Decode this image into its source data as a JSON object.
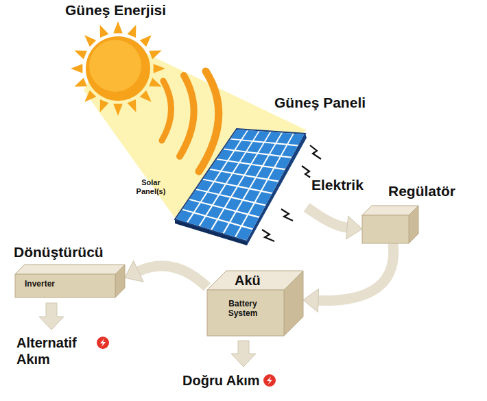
{
  "diagram": {
    "nodes": [
      {
        "text": [
          "Güneş Enerjisi"
        ]
      },
      {
        "text": [
          "Güneş Paneli",
          "Solar Panel(s)"
        ]
      },
      {
        "text": [
          "Regülatör"
        ]
      },
      {
        "text": [
          "Dönüştürücü",
          "Inverter"
        ]
      },
      {
        "text": [
          "Akü",
          "Battery System"
        ]
      }
    ],
    "edges": [
      {
        "from": 1,
        "to": 2,
        "label": "Elektrik",
        "arrow": "to"
      },
      {
        "from": 2,
        "to": 4,
        "arrow": "to"
      },
      {
        "from": 4,
        "to": 3,
        "arrow": "to"
      }
    ],
    "labels": [
      "Alternatif Akım",
      "Doğru Akım"
    ]
  }
}
